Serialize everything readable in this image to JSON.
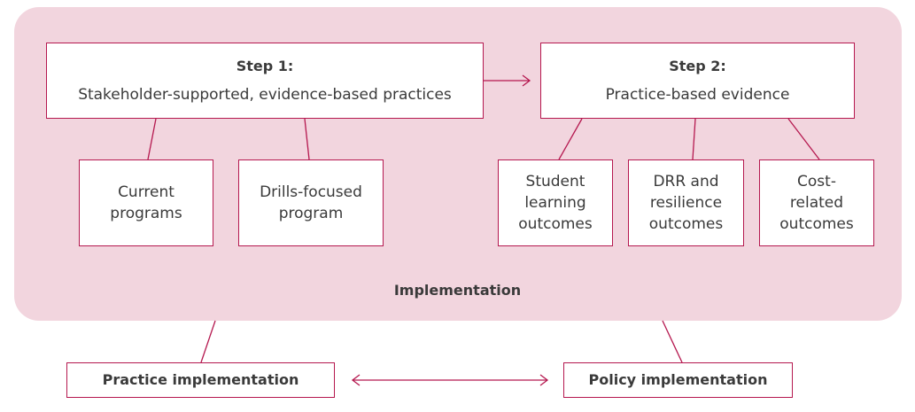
{
  "colors": {
    "panel": "#f2d5de",
    "accent": "#b5184f",
    "text": "#3a3a3a"
  },
  "step1": {
    "title": "Step 1:",
    "text": "Stakeholder-supported, evidence-based practices",
    "children": [
      "Current programs",
      "Drills-focused program"
    ]
  },
  "step2": {
    "title": "Step 2:",
    "text": "Practice-based evidence",
    "children": [
      "Student learning outcomes",
      "DRR and resilience outcomes",
      "Cost-related outcomes"
    ]
  },
  "implementation_label": "Implementation",
  "bottom": {
    "practice": "Practice implementation",
    "policy": "Policy implementation"
  }
}
